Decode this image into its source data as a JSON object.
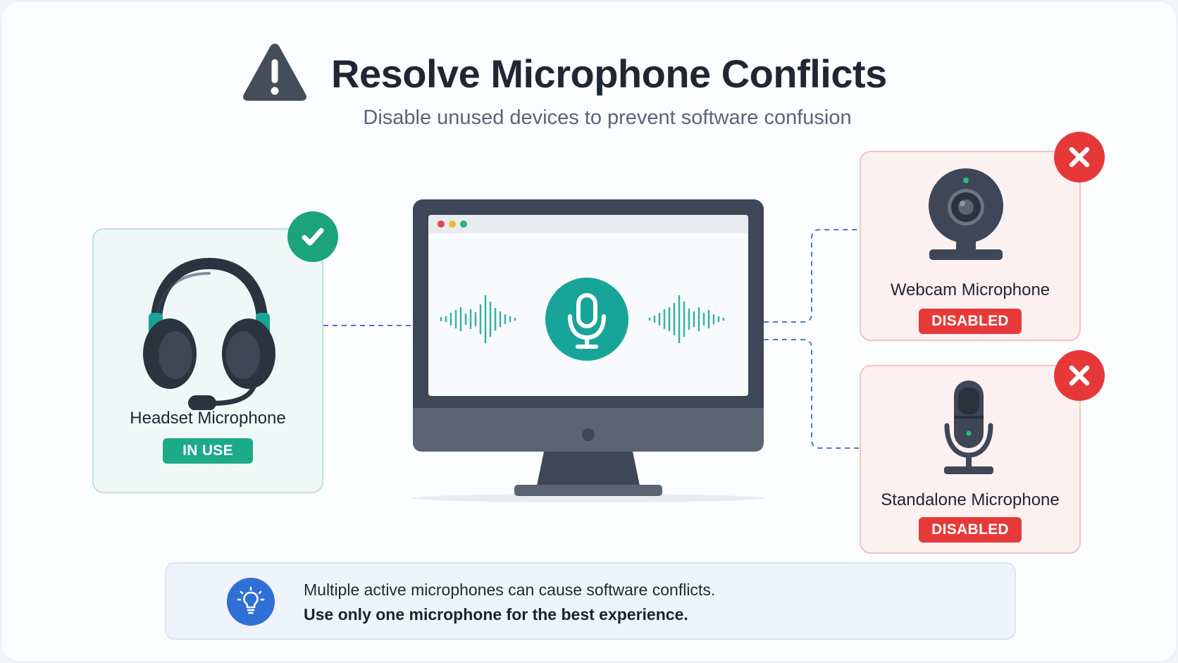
{
  "header": {
    "title": "Resolve Microphone Conflicts",
    "subtitle": "Disable unused devices to prevent software confusion"
  },
  "devices": [
    {
      "label": "Headset Microphone",
      "status": "IN USE",
      "icon": "headset-icon",
      "status_icon": "checkmark-icon",
      "accent": "#1bab88"
    },
    {
      "label": "Webcam Microphone",
      "status": "DISABLED",
      "icon": "webcam-icon",
      "status_icon": "close-icon",
      "accent": "#e63a3a"
    },
    {
      "label": "Standalone Microphone",
      "status": "DISABLED",
      "icon": "microphone-icon",
      "status_icon": "close-icon",
      "accent": "#e63a3a"
    }
  ],
  "monitor": {
    "icon": "monitor-icon",
    "center_icon": "microphone-icon"
  },
  "tip": {
    "icon": "lightbulb-icon",
    "line1": "Multiple active microphones can cause software conflicts.",
    "line2": "Use only one microphone for the best experience."
  },
  "colors": {
    "success": "#1bab88",
    "danger": "#e63a3a",
    "teal": "#17a59a",
    "dark": "#3e4757",
    "info": "#2f6fd6"
  }
}
